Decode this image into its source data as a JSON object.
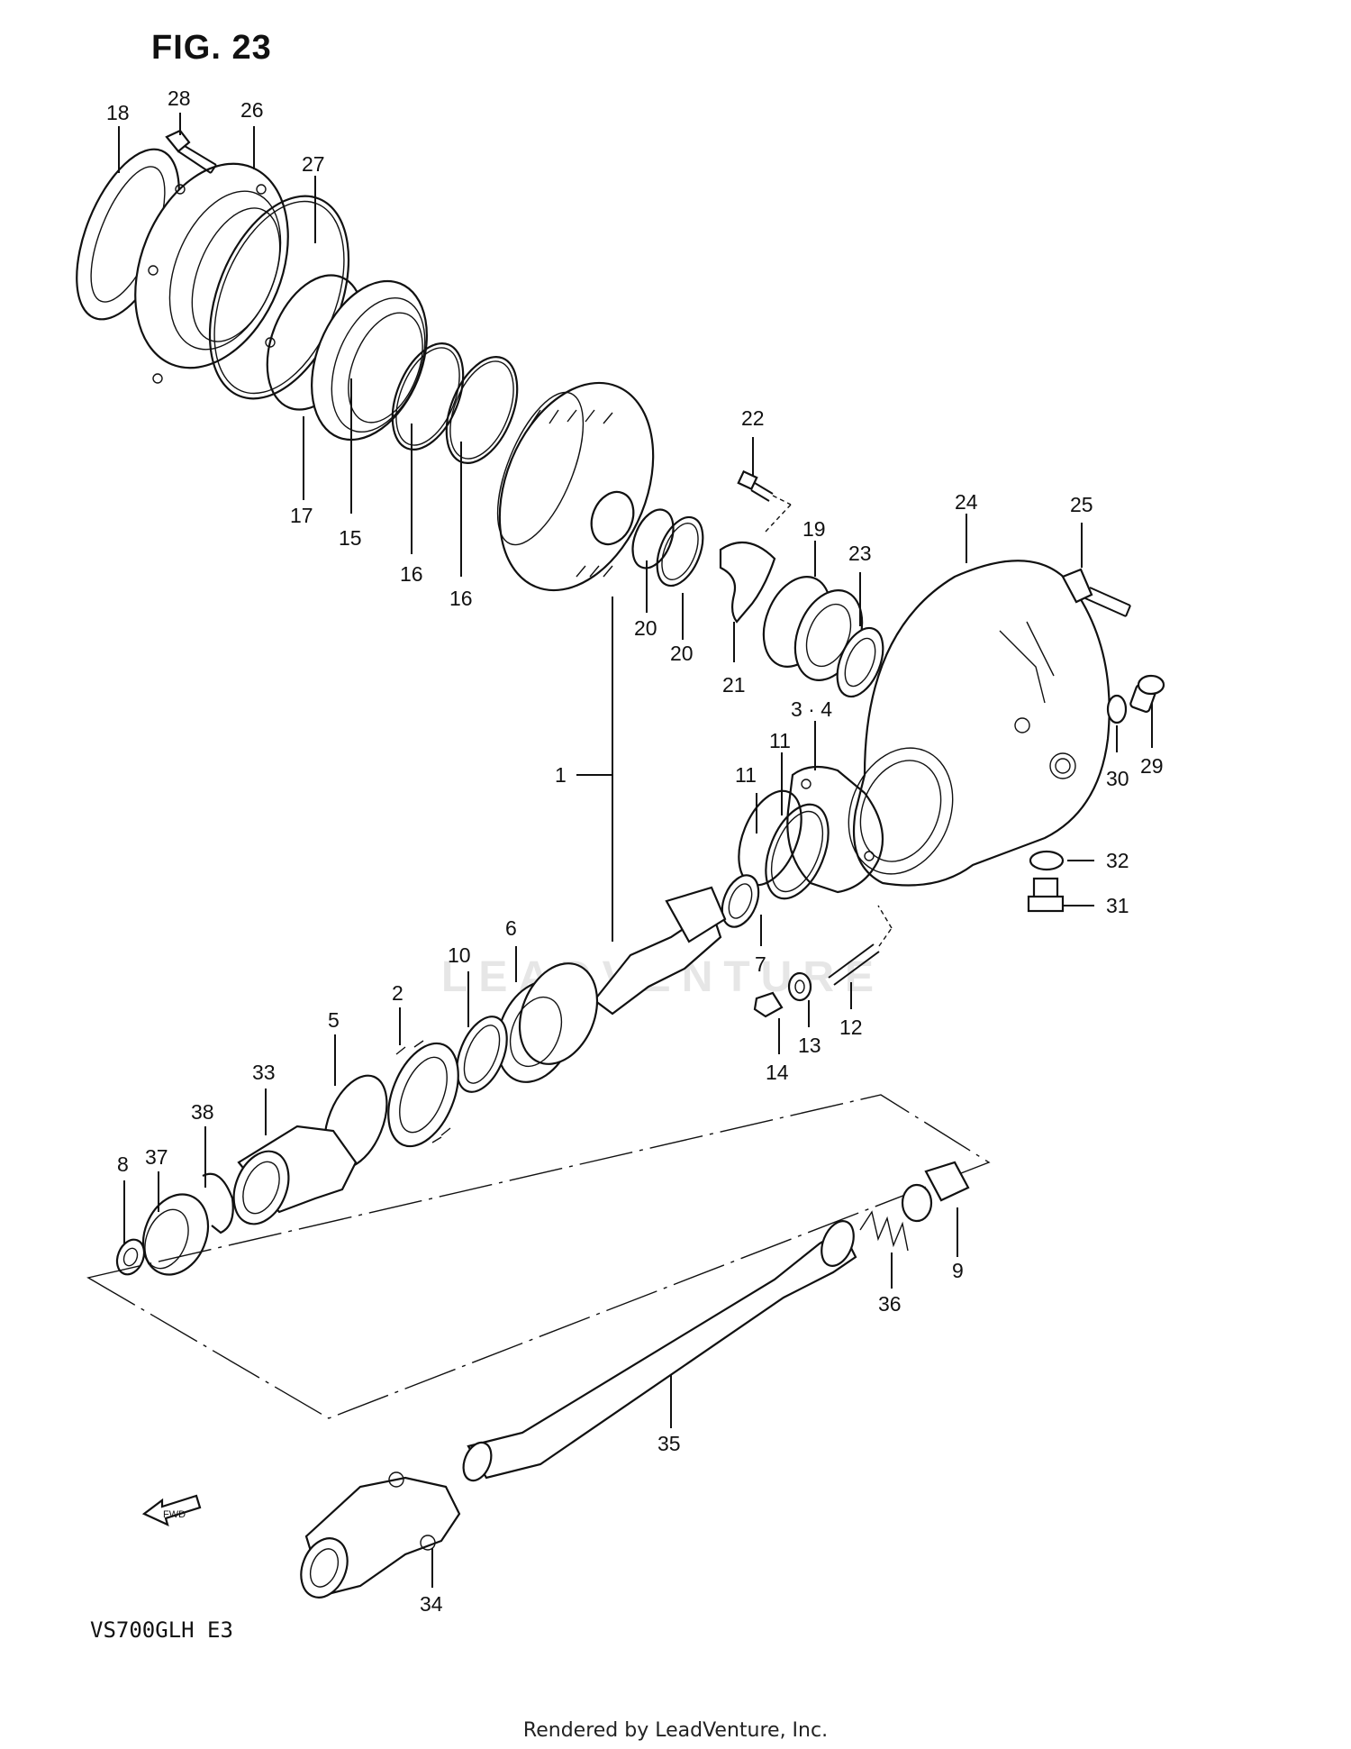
{
  "figure_title": "FIG. 23",
  "model_code": "VS700GLH E3",
  "footer": "Rendered by LeadVenture, Inc.",
  "watermark": "LEADVENTURE",
  "fwd_label": "FWD",
  "callouts": {
    "c18": "18",
    "c28": "28",
    "c26": "26",
    "c27": "27",
    "c17": "17",
    "c15": "15",
    "c16a": "16",
    "c16b": "16",
    "c22": "22",
    "c24": "24",
    "c25": "25",
    "c19": "19",
    "c23": "23",
    "c20a": "20",
    "c20b": "20",
    "c21": "21",
    "c34c": "3 · 4",
    "c11a": "11",
    "c11b": "11",
    "c1": "1",
    "c30": "30",
    "c29": "29",
    "c32": "32",
    "c31": "31",
    "c6": "6",
    "c10": "10",
    "c7": "7",
    "c12": "12",
    "c13": "13",
    "c14": "14",
    "c2": "2",
    "c5": "5",
    "c33": "33",
    "c38": "38",
    "c37": "37",
    "c8": "8",
    "c9": "9",
    "c36": "36",
    "c35": "35",
    "c34": "34"
  }
}
